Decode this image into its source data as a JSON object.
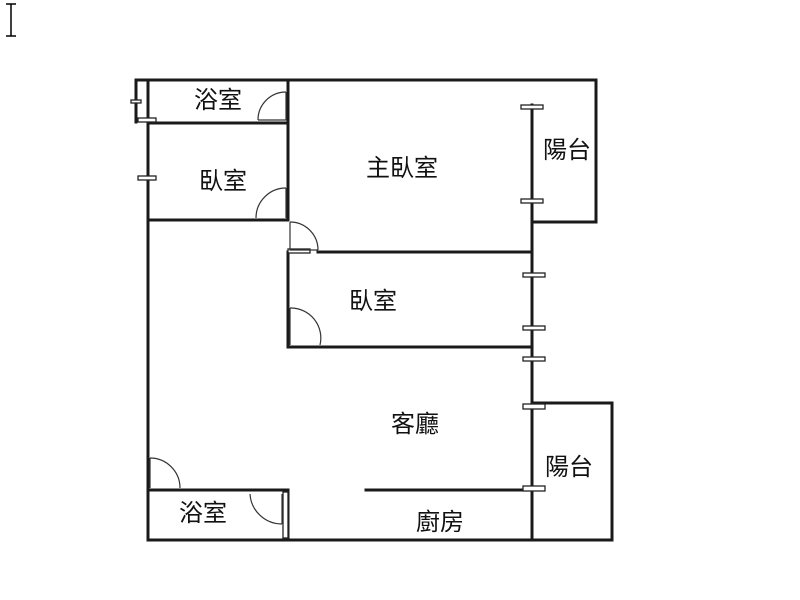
{
  "floorplan": {
    "rooms": {
      "bath_top": "浴室",
      "bedroom_small": "臥室",
      "master_bedroom": "主臥室",
      "balcony_top": "陽台",
      "bedroom_middle": "臥室",
      "living_room": "客廳",
      "balcony_bottom": "陽台",
      "bath_bottom": "浴室",
      "kitchen": "廚房"
    }
  }
}
